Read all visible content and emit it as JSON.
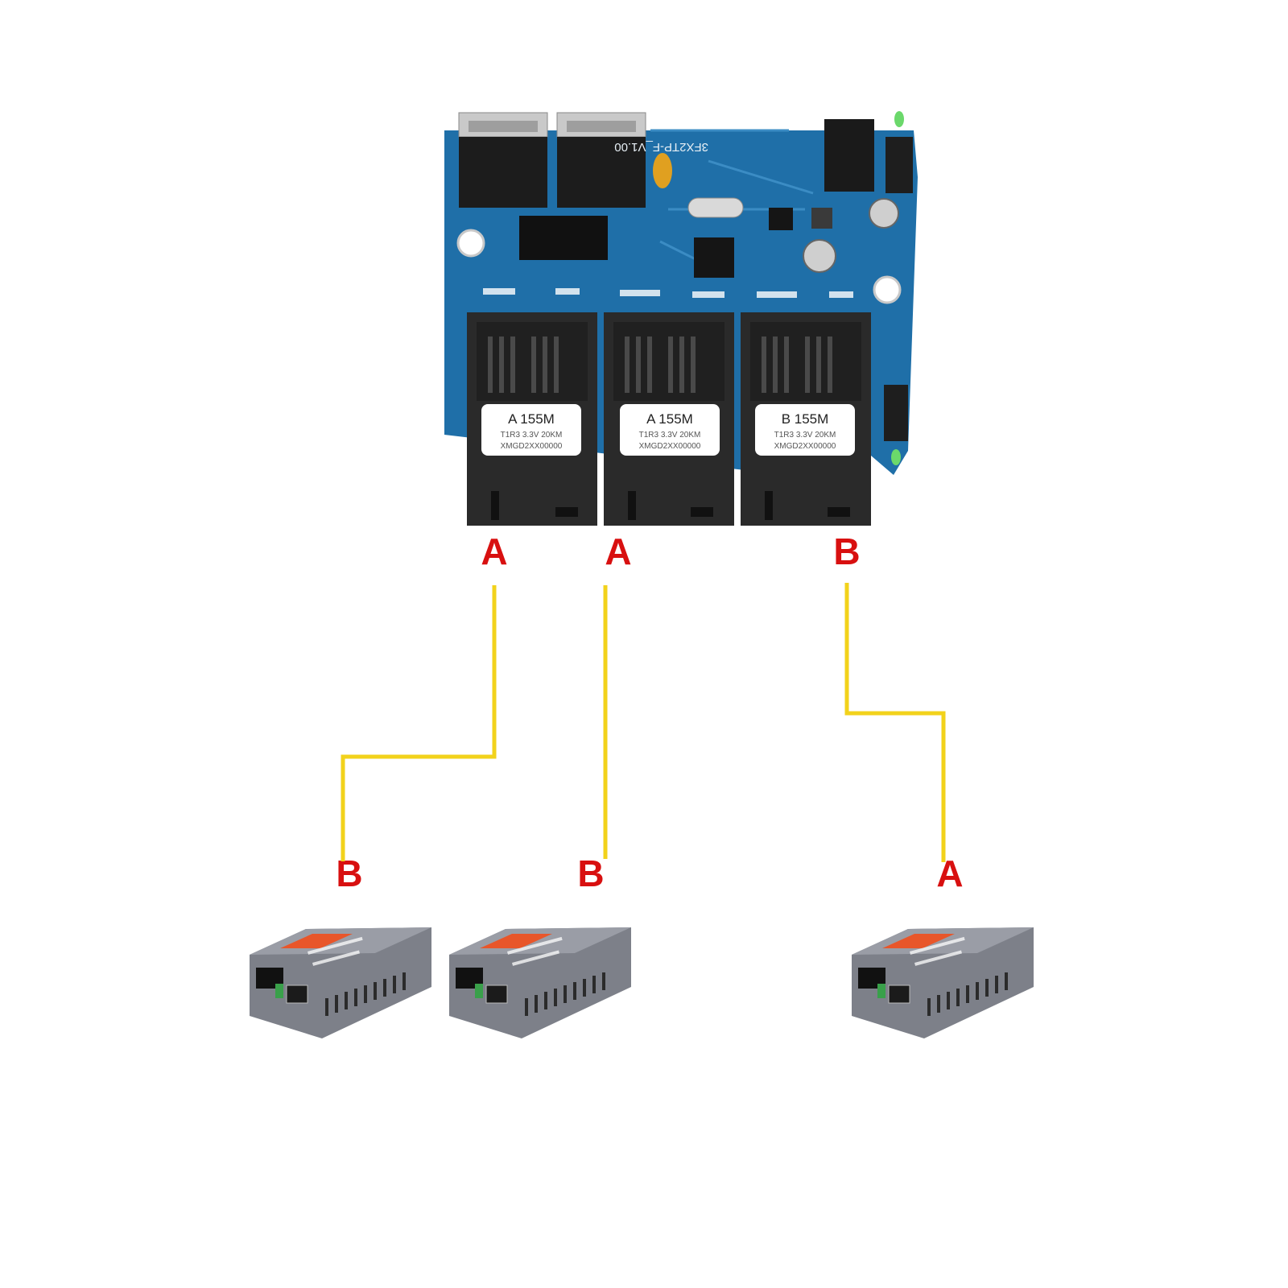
{
  "board": {
    "silkscreen": "3FX2TP-F_V1.00",
    "modules": [
      {
        "label": "A 155M",
        "spec": "T1R3 3.3V 20KM",
        "serial": "XMGD2XX00000"
      },
      {
        "label": "A 155M",
        "spec": "T1R3 3.3V 20KM",
        "serial": "XMGD2XX00000"
      },
      {
        "label": "B 155M",
        "spec": "T1R3 3.3V 20KM",
        "serial": "XMGD2XX00000"
      }
    ]
  },
  "connections": [
    {
      "board_port": "A",
      "converter_port": "B"
    },
    {
      "board_port": "A",
      "converter_port": "B"
    },
    {
      "board_port": "B",
      "converter_port": "A"
    }
  ],
  "colors": {
    "letter": "#d81010",
    "fiber": "#f2d21b",
    "pcb": "#1f6fa8",
    "module": "#2a2a2a",
    "converter": "#7d8089",
    "converter_stripe": "#e8562a"
  }
}
